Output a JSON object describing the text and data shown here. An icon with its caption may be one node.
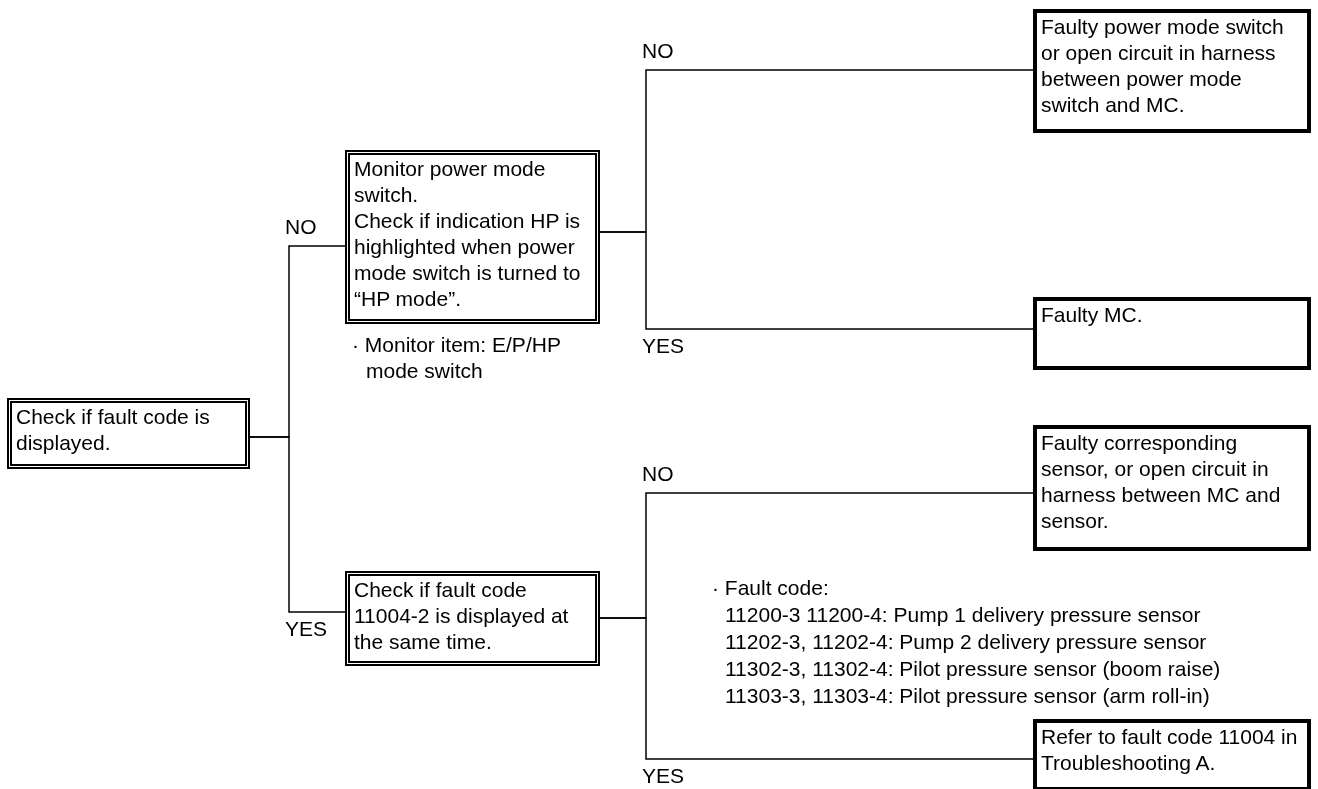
{
  "diagram": {
    "nodes": [
      {
        "text": [
          "Check if fault code is displayed."
        ]
      },
      {
        "text": [
          "Monitor power mode switch.",
          "Check if indication HP is highlighted when power mode switch is turned to “HP mode”."
        ],
        "beside": [
          "· Monitor item: E/P/HP mode switch"
        ]
      },
      {
        "text": [
          "Check if fault code 11004-2 is displayed at the same time."
        ]
      },
      {
        "text": [
          "Faulty power mode switch or open circuit in harness between power mode switch and MC."
        ]
      },
      {
        "text": [
          "Faulty MC."
        ]
      },
      {
        "text": [
          "Faulty corresponding sensor, or open circuit in harness between MC and sensor."
        ]
      },
      {
        "text": [
          "Refer to fault code 11004 in Troubleshooting A."
        ]
      }
    ],
    "edges": [
      {
        "from": 0,
        "to": 1,
        "arrow": "none",
        "label": "NO"
      },
      {
        "from": 0,
        "to": 2,
        "arrow": "none",
        "label": "YES"
      },
      {
        "from": 1,
        "to": 3,
        "arrow": "none",
        "label": "NO"
      },
      {
        "from": 1,
        "to": 4,
        "arrow": "none",
        "label": "YES"
      },
      {
        "from": 2,
        "to": 5,
        "arrow": "none",
        "label": "NO"
      },
      {
        "from": 2,
        "to": 6,
        "arrow": "none",
        "label": "YES"
      }
    ],
    "labels": [
      "· Fault code:",
      "11200-3 11200-4: Pump 1 delivery pressure sensor",
      "11202-3, 11202-4: Pump 2 delivery pressure sensor",
      "11302-3, 11302-4: Pilot pressure sensor (boom raise)",
      "11303-3, 11303-4: Pilot pressure sensor (arm roll-in)"
    ]
  }
}
